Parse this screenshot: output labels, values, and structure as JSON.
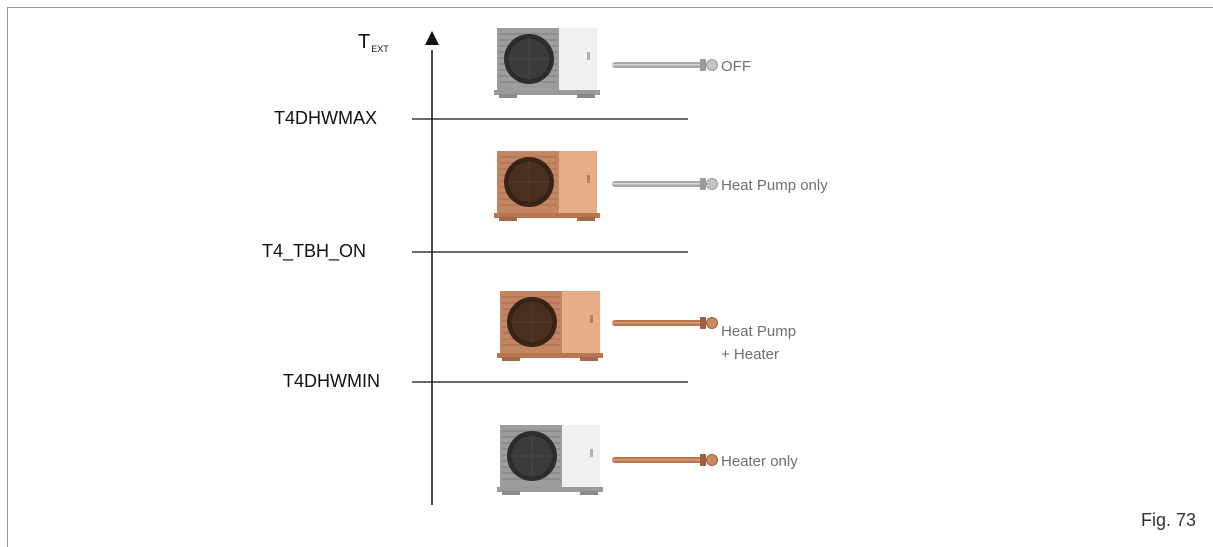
{
  "axis": {
    "title_main": "T",
    "title_sub": "EXT"
  },
  "thresholds": [
    {
      "label": "T4DHWMAX"
    },
    {
      "label": "T4_TBH_ON"
    },
    {
      "label": "T4DHWMIN"
    }
  ],
  "modes": [
    {
      "label_line1": "OFF",
      "label_line2": "",
      "unit_state": "idle",
      "heater_state": "off"
    },
    {
      "label_line1": "Heat Pump only",
      "label_line2": "",
      "unit_state": "active",
      "heater_state": "off"
    },
    {
      "label_line1": "Heat Pump",
      "label_line2": "+ Heater",
      "unit_state": "active",
      "heater_state": "on"
    },
    {
      "label_line1": "Heater only",
      "label_line2": "",
      "unit_state": "idle",
      "heater_state": "on"
    }
  ],
  "figure_label": "Fig. 73",
  "colors": {
    "active_unit": "#d89a76",
    "idle_unit": "#cfcfcf",
    "heater_on": "#b8774f",
    "heater_off": "#a9a9a9",
    "axis": "#111111"
  }
}
